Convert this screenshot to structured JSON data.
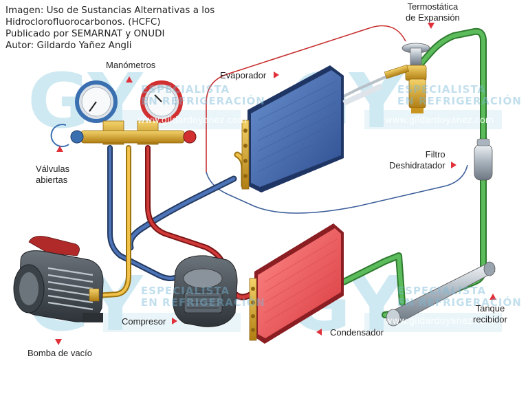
{
  "caption": {
    "line1": "Imagen: Uso de Sustancias Alternativas a los",
    "line2": "Hidroclorofluorocarbonos. (HCFC)",
    "line3": "Publicado por SEMARNAT y ONUDI",
    "line4": "Autor: Gildardo Yañez Angli"
  },
  "labels": {
    "manometros": "Manómetros",
    "evaporador": "Evaporador",
    "termostatica_1": "Termostática",
    "termostatica_2": "de Expansión",
    "filtro_1": "Filtro",
    "filtro_2": "Deshidratador",
    "valvulas_1": "Válvulas",
    "valvulas_2": "abiertas",
    "compresor": "Compresor",
    "condensador": "Condensador",
    "bomba": "Bomba de vacío",
    "tanque_1": "Tanque",
    "tanque_2": "recibidor"
  },
  "watermark": {
    "logo": "GY",
    "line1": "ESPECIALISTA",
    "line2": "EN REFRIGERACIÓN",
    "url": "www.gildardoyanez.com"
  },
  "colors": {
    "label_arrow": "#e0303a",
    "low_pressure_gauge": "#3a6fb0",
    "high_pressure_gauge": "#d23030",
    "pipe_green": "#4aa34a",
    "pipe_yellow": "#e7b53b",
    "pipe_blue": "#3d5f9a",
    "pipe_red": "#c83030",
    "evaporator": "#4a6fb5",
    "condenser": "#e8585a",
    "brass": "#d6a52a",
    "watermark": "#7fc6dd"
  }
}
